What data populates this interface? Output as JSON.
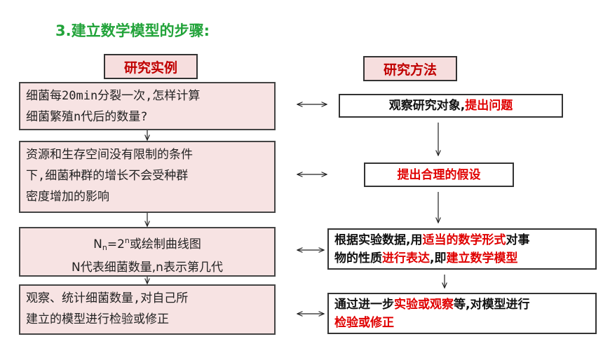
{
  "title": "3.建立数学模型的步骤:",
  "headers": {
    "examples": "研究实例",
    "methods": "研究方法"
  },
  "examples": [
    {
      "lines": [
        "细菌每20min分裂一次,怎样计算",
        "细菌繁殖n代后的数量?"
      ]
    },
    {
      "lines": [
        "资源和生存空间没有限制的条件",
        "下,细菌种群的增长不会受种群",
        "密度增加的影响"
      ]
    },
    {
      "formula": {
        "N": "N",
        "sub": "n",
        "eq": "=2",
        "sup": "n",
        "rest": "或绘制曲线图"
      },
      "line2": "N代表细菌数量,n表示第几代"
    },
    {
      "lines": [
        "观察、统计细菌数量,对自己所",
        "建立的模型进行检验或修正"
      ]
    }
  ],
  "methods": [
    {
      "parts": [
        {
          "text": "观察研究对象,",
          "red": false
        },
        {
          "text": "提出问题",
          "red": true
        }
      ]
    },
    {
      "parts": [
        {
          "text": "提出合理的假设",
          "red": true
        }
      ]
    },
    {
      "line1": [
        {
          "text": "根据实验数据,用",
          "red": false
        },
        {
          "text": "适当的数学形式",
          "red": true
        },
        {
          "text": "对事",
          "red": false
        }
      ],
      "line2": [
        {
          "text": "物的性质",
          "red": false
        },
        {
          "text": "进行表达",
          "red": true
        },
        {
          "text": ",即",
          "red": false
        },
        {
          "text": "建立数学模型",
          "red": true
        }
      ]
    },
    {
      "line1": [
        {
          "text": "通过进一步",
          "red": false
        },
        {
          "text": "实验或观察",
          "red": true
        },
        {
          "text": "等,对模型进行",
          "red": false
        }
      ],
      "line2": [
        {
          "text": "检验或修正",
          "red": true
        }
      ]
    }
  ],
  "colors": {
    "title": "#22a33a",
    "accent_red": "#e00000",
    "example_fill": "#f7e3e3",
    "header_text": "#c00000"
  }
}
